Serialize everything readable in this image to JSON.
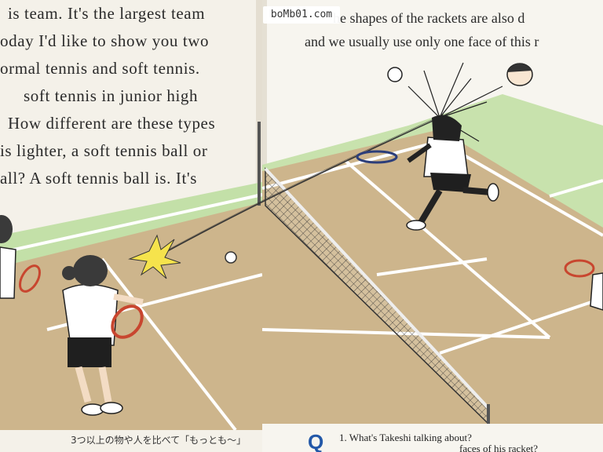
{
  "watermark": "boMb01.com",
  "left_page": {
    "lines": [
      "is team. It's the largest team",
      "oday I'd like to show you two",
      "ormal tennis and soft tennis.",
      "soft tennis in junior high",
      "How different are these types",
      "is lighter, a soft tennis ball or",
      "all? A soft tennis ball is. It's"
    ],
    "caption": "3つ以上の物や人を比べて「もっとも～」"
  },
  "right_page": {
    "lines": [
      "he shapes of the rackets are also d",
      "and we usually use only one face of this r"
    ],
    "q_label": "Q",
    "question_1": "1. What's Takeshi talking about?",
    "question_2": "faces of his racket?"
  },
  "colors": {
    "paper": "#f4f1e9",
    "court": "#c9b289",
    "grass": "#b5d79a",
    "court_line": "#ffffff",
    "racket_red": "#c8462f"
  }
}
